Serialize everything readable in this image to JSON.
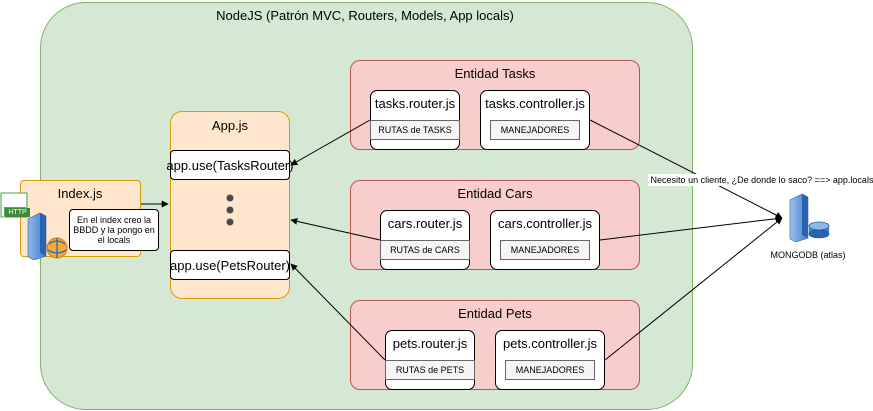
{
  "diagram": {
    "container_title": "NodeJS (Patrón MVC, Routers, Models, App locals)",
    "index": {
      "title": "Index.js",
      "note": "En el index creo la BBDD y la pongo en el locals"
    },
    "app": {
      "title": "App.js",
      "use_tasks": "app.use(TasksRouter)",
      "use_pets": "app.use(PetsRouter)"
    },
    "entities": [
      {
        "title": "Entidad Tasks",
        "router": "tasks.router.js",
        "router_inner": "RUTAS de TASKS",
        "controller": "tasks.controller.js",
        "controller_inner": "MANEJADORES"
      },
      {
        "title": "Entidad Cars",
        "router": "cars.router.js",
        "router_inner": "RUTAS de CARS",
        "controller": "cars.controller.js",
        "controller_inner": "MANEJADORES"
      },
      {
        "title": "Entidad Pets",
        "router": "pets.router.js",
        "router_inner": "RUTAS de PETS",
        "controller": "pets.controller.js",
        "controller_inner": "MANEJADORES"
      }
    ],
    "edge_label": "Necesito un cliente, ¿De donde lo saco? ==> app.locals",
    "db_label": "MONGODB (atlas)",
    "http_badge": "HTTP",
    "colors": {
      "container_fill": "#d5e8d4",
      "container_stroke": "#82b366",
      "entity_fill": "#f8cecc",
      "entity_stroke": "#b85450",
      "app_fill": "#ffe6cc",
      "app_stroke": "#d79b00",
      "db_blue": "#3f7fd0"
    },
    "icons": [
      "server-http-icon",
      "web-server-icon",
      "database-server-icon",
      "ellipsis-dots-icon"
    ]
  }
}
